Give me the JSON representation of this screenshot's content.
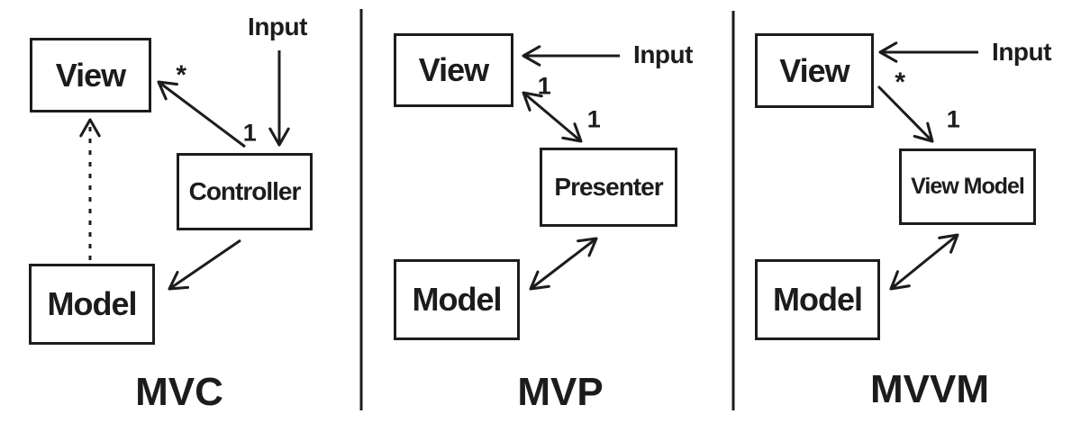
{
  "colors": {
    "stroke": "#1c1c1c",
    "background": "#ffffff"
  },
  "mvc": {
    "title": "MVC",
    "view": "View",
    "controller": "Controller",
    "model": "Model",
    "input": "Input",
    "multiplicity_star": "*",
    "multiplicity_one": "1"
  },
  "mvp": {
    "title": "MVP",
    "view": "View",
    "presenter": "Presenter",
    "model": "Model",
    "input": "Input",
    "multiplicity_one_view": "1",
    "multiplicity_one_presenter": "1"
  },
  "mvvm": {
    "title": "MVVM",
    "view": "View",
    "view_model": "View Model",
    "model": "Model",
    "input": "Input",
    "multiplicity_star": "*",
    "multiplicity_one": "1"
  }
}
